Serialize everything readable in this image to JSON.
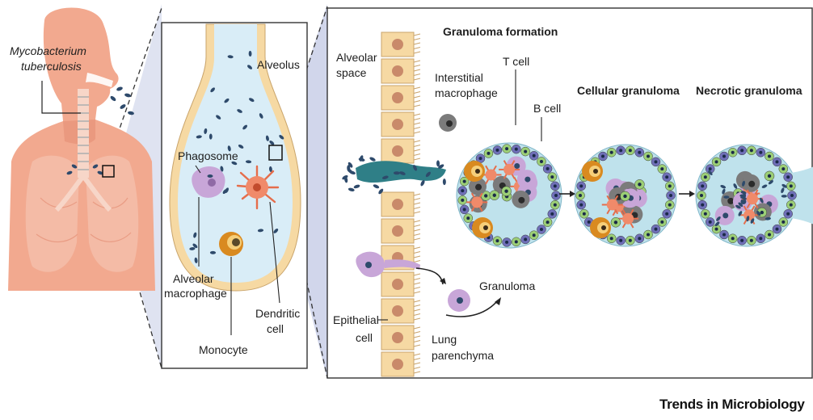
{
  "labels": {
    "mtb_line1": "Mycobacterium",
    "mtb_line2": "tuberculosis",
    "alveolus": "Alveolus",
    "phagosome": "Phagosome",
    "alveolar_macrophage_1": "Alveolar",
    "alveolar_macrophage_2": "macrophage",
    "dendritic_1": "Dendritic",
    "dendritic_2": "cell",
    "monocyte": "Monocyte",
    "alveolar_space_1": "Alveolar",
    "alveolar_space_2": "space",
    "interstitial_1": "Interstitial",
    "interstitial_2": "macrophage",
    "granuloma_formation": "Granuloma formation",
    "t_cell": "T cell",
    "b_cell": "B cell",
    "cellular_granuloma": "Cellular granuloma",
    "necrotic_granuloma": "Necrotic granuloma",
    "granuloma": "Granuloma",
    "epithelial_1": "Epithelial",
    "epithelial_2": "cell",
    "lung_1": "Lung",
    "lung_2": "parenchyma",
    "brand": "Trends in Microbiology"
  },
  "colors": {
    "skin": "#f2a98f",
    "skin_dark": "#e58f74",
    "lung": "#f4bba6",
    "bacteria": "#2e4a6b",
    "alveolus_fill": "#d9edf7",
    "epithelium": "#f6d9a3",
    "macrophage": "#c8a6d8",
    "t_cell": "#f08a6a",
    "b_cell": "#9ccf76",
    "monocyte": "#d98a20",
    "interstitial": "#2f7f87",
    "granuloma_bg": "#bfe2ec",
    "necrotic_cell": "#7b7b7b",
    "zoom_fill": "#c9cfe8"
  }
}
